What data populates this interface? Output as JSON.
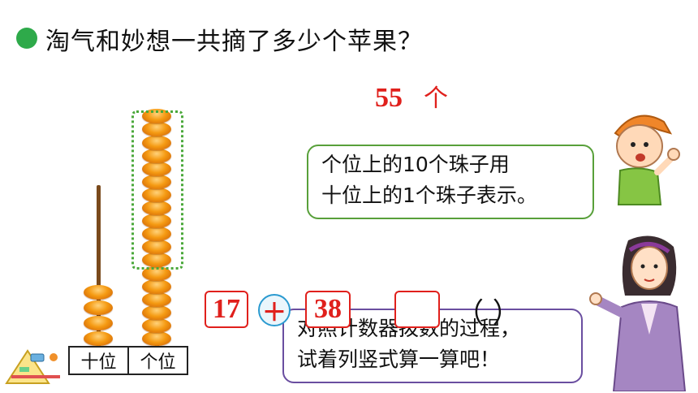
{
  "question": {
    "text": "淘气和妙想一共摘了多少个苹果？"
  },
  "answer": {
    "value": "55",
    "unit": "个"
  },
  "bubble_boy": {
    "lines": [
      "个位上的10个珠子用",
      "十位上的1个珠子表示。"
    ]
  },
  "bubble_teacher": {
    "lines": [
      "对照计数器拨数的过程，",
      "试着列竖式算一算吧！"
    ]
  },
  "equation": {
    "first": "17",
    "operator": "＋",
    "second": "38",
    "paren": "（    ）"
  },
  "abacus": {
    "place_labels": [
      "十位",
      "个位"
    ],
    "tens_beads": 4,
    "ones_beads": 18,
    "grouped_beads": 10
  },
  "colors": {
    "answer_red": "#e0201c",
    "dot_green": "#2eaa4a",
    "bead_orange": "#f59a12",
    "bubble_green": "#58a03a",
    "bubble_purple": "#6a4ea0"
  }
}
